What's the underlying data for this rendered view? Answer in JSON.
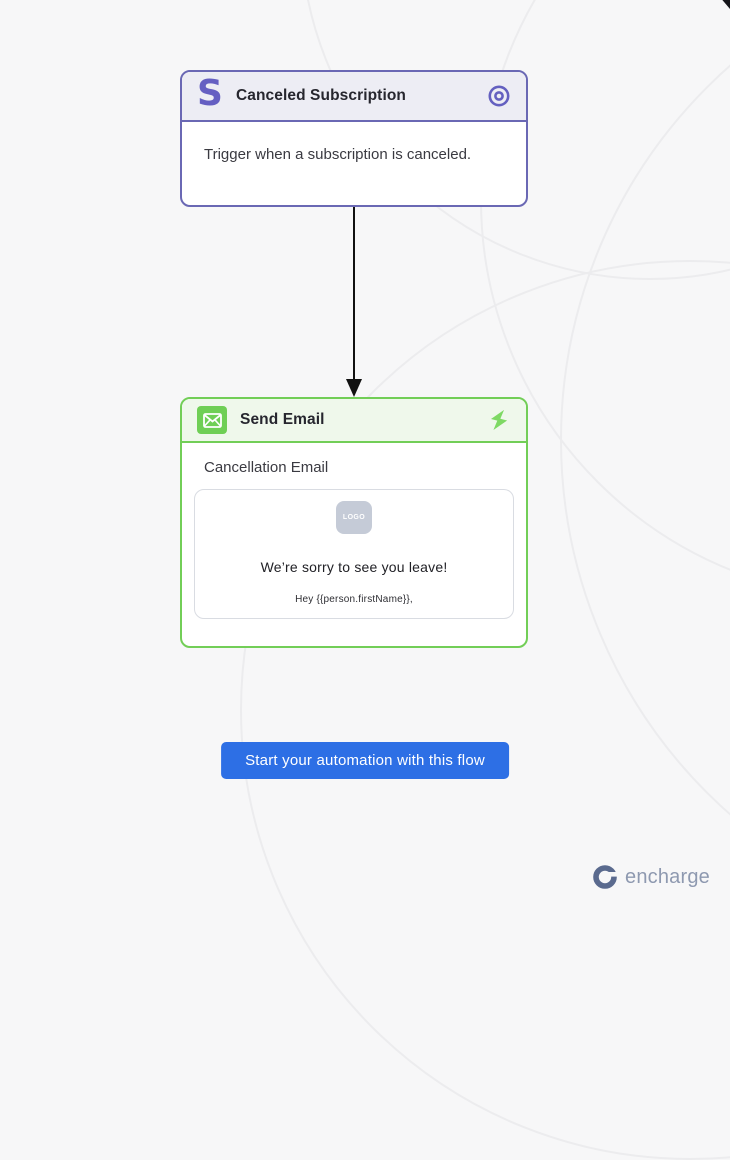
{
  "background": {
    "globe_line_color": "#ececee"
  },
  "trigger_node": {
    "icon_letter": "S",
    "title": "Canceled Subscription",
    "description": "Trigger when a subscription is canceled.",
    "accent": "#6a68b4",
    "header_bg": "#ededf4",
    "icon_color": "#655fc2"
  },
  "connector": {
    "style": "arrow-down",
    "color": "#111111"
  },
  "action_node": {
    "title": "Send Email",
    "email_name": "Cancellation Email",
    "accent": "#72ce57",
    "header_bg": "#eff8eb",
    "icon_bg": "#6fcf55",
    "bolt_color": "#7ed964",
    "email_preview": {
      "logo_placeholder": "LOGO",
      "heading": "We’re sorry to see you leave!",
      "body_line": "Hey {{person.firstName}},"
    }
  },
  "cta": {
    "label": "Start your automation with this flow",
    "bg": "#2d6fe5"
  },
  "footer": {
    "brand": "encharge",
    "mark_color": "#5a6a8e",
    "text_color": "#8e99b0"
  }
}
